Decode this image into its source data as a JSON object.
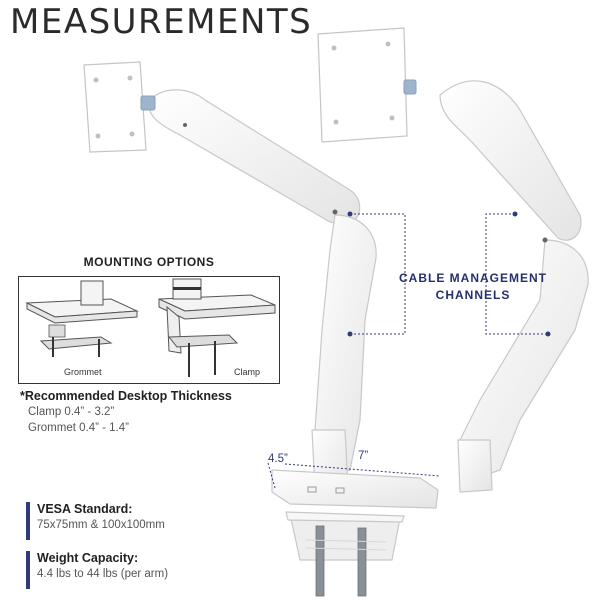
{
  "title": "MEASUREMENTS",
  "mounting": {
    "title": "MOUNTING OPTIONS",
    "grommet_label": "Grommet",
    "clamp_label": "Clamp"
  },
  "thickness": {
    "title": "*Recommended Desktop Thickness",
    "clamp": "Clamp 0.4” - 3.2”",
    "grommet": "Grommet 0.4” - 1.4”"
  },
  "cable_management": {
    "line1": "CABLE MANAGEMENT",
    "line2": "CHANNELS"
  },
  "dimensions": {
    "depth": "4.5”",
    "width": "7”"
  },
  "specs": {
    "vesa_title": "VESA Standard:",
    "vesa_value": "75x75mm & 100x100mm",
    "weight_title": "Weight Capacity:",
    "weight_value": "4.4 lbs to 44 lbs (per arm)"
  },
  "colors": {
    "accent": "#303c7a",
    "title": "#2b2b2b",
    "mount_white": "#f2f2f2",
    "mount_outline": "#c9c9c9"
  }
}
